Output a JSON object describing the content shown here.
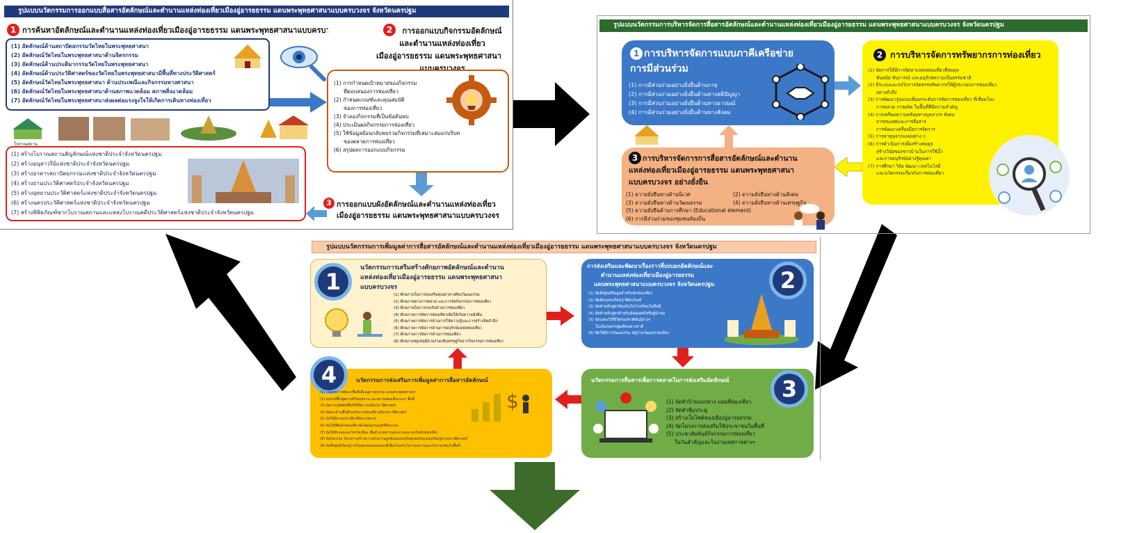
{
  "panel1": {
    "header": "รูปแบบนวัตกรรมการออกแบบสื่อสารอัตลักษณ์และตำนานแหล่งท่องเที่ยวเมืองอู่อารยธรรม แดนพระพุทธศาสนาแบบครบวงจร จังหวัดนครปฐม",
    "step1": {
      "num": "1",
      "title": "การค้นหาอัตลักษณ์และตำนานแหล่งท่องเที่ยวเมืองอู่อารยธรรม แดนพระพุทธศาสนาแบบครบวงจร",
      "items": [
        "(1) อัตลักษณ์ด้านสถาปัตยกรรมวัดไทยในพระพุทธศาสนา",
        "(2) อัตลักษณ์วัดไทยในพระพุทธศาสนาด้านจิตรกรรม",
        "(3) อัตลักษณ์ด้านประติมากรรมวัดไทยในพระพุทธศาสนา",
        "(4) อัตลักษณ์ด้านประวัติศาสตร์ของวัดไทยในพระพุทธศาสนามีพื้นที่ทางประวัติศาสตร์",
        "(5) อัตลักษณ์วัดไทยในพระพุทธศาสนา ด้านประเพณีและกิจกรรมทางศาสนา",
        "(6) อัตลักษณ์วัดไทยในพระพุทธศาสนาด้านสภาพแวดล้อม สภาพสิ่งแวดล้อม",
        "(7) อัตลักษณ์วัดไทยในพระพุทธศาสนาส่งผลต่อแรงจูงใจให้เกิดการเดินทางท่องเที่ยว"
      ]
    },
    "step2": {
      "num": "2",
      "title_lines": [
        "การออกแบบกิจกรรมอัตลักษณ์",
        "และตำนานแหล่งท่องเที่ยว",
        "เมืองอู่อารยธรรม แดนพระพุทธศาสนา",
        "แบบครบวงจร"
      ],
      "items": [
        "(1) การกำหนดเป้าหมายของกิจกรรม",
        "ที่ตอบสนองการท่องเที่ยว",
        "(2) กำหนดเกณฑ์และคุณสมบัติ",
        "ของการท่องเที่ยว",
        "(3) จำลองกิจกรรมที่เป็นข้อค้นพบ",
        "(4) ประเมินผลกิจกรรมการท่องเที่ยว",
        "(5) ใช้ข้อมูลย้อนกลับพบรวมกิจกรรมที่เหมาะสมแก่บริบท",
        "ของตลาดการท่องเที่ยว",
        "(6) สรุปผลการออกแบบกิจกรรม"
      ]
    },
    "caption": "โบราณสถาน",
    "red_items": [
      "(1) สร้างโบราณสถานสัญลักษณ์แห่งชาติประจำจังหวัดนครปฐม",
      "(2) สร้างอนุสาวรีย์แห่งชาติประจำจังหวัดนครปฐม",
      "(3) สร้างอาคารสถาปัตยกรรมแห่งชาติประจำจังหวัดนครปฐม",
      "(4) สร้างย่านประวัติศาสตร์ประจำจังหวัดนครปฐม",
      "(5) สร้างอุทยานประวัติศาสตร์แห่งชาติประจำจังหวัดนครปฐม",
      "(6) สร้างนครประวัติศาสตร์แห่งชาติประจำจังหวัดนครปฐม",
      "(7) สร้างพิพิธภัณฑ์ซากโบราณสถานและแหล่งโบราณคดีประวัติศาสตร์แห่งชาติประจำจังหวัดนครปฐม"
    ],
    "step3": {
      "num": "3",
      "lines": [
        "การออกแบบผังอัตลักษณ์และตำนานแหล่งท่องเที่ยว",
        "เมืองอู่อารยธรรม แดนพระพุทธศาสนาแบบครบวงจร"
      ]
    }
  },
  "panel2": {
    "header": "รูปแบบนวัตกรรมการบริหารจัดการสื่อสารอัตลักษณ์และตำนานแหล่งท่องเที่ยวเมืองอู่อารยธรรม แดนพระพุทธศาสนาแบบครบวงจร จังหวัดนครปฐม",
    "box1": {
      "num": "1",
      "title_lines": [
        "การบริหารจัดการแบบภาคีเครือข่าย",
        "การมีส่วนร่วม"
      ],
      "items": [
        "(1) การมีส่วนร่วมอย่างยั่งยืนด้านกาย",
        "(2) การมีส่วนร่วมอย่างยั่งยืนด้านทางสติปัญญา",
        "(3) การมีส่วนร่วมอย่างยั่งยืนด้านทางอารมณ์",
        "(4) การมีส่วนร่วมอย่างยั่งยืนด้านทางสังคม"
      ]
    },
    "box2": {
      "num": "2",
      "title": "การบริหารจัดการทรัพยากรการท่องเที่ยว",
      "items": [
        "(1) จัดการให้มีการจัดหาแหล่งท่องเที่ยวที่สมดุล",
        "ทันสมัย ทันการณ์ และอนุรักษ์ความเป็นธรรมชาติ",
        "(2) มีระบบและกลไกการจัดสรรทรัพยากรให้ผู้ประกอบการท่องเที่ยว",
        "อย่างทั่วถึง",
        "(3) การพัฒนารูปแบบเพื่อยกระดับการจัดการท่องเที่ยว ที่เชื่อมโยง",
        "การตลาด การผลิต ในพื้นที่ที่มีความสำคัญ",
        "(4) การเตรียมความพร้อมทางบุคลากร สังคม",
        "สารสนเทศและการสื่อสาร",
        "การพัฒนาเครื่องมือการจัดการ",
        "(5) การหาทุนจากแหล่งต่าง ๆ",
        "(6) การดำเนินการเพื่อสร้างสมดุล",
        "สร้างวินัยของชาวบ้านในการใช้น้ำ",
        "และการอนุรักษ์อย่างรู้คุณค่า",
        "(7) การศึกษา วิจัย พัฒนา เทคโนโลยี",
        "และนวัตกรรมเกี่ยวกับการท่องเที่ยว"
      ]
    },
    "box3": {
      "num": "3",
      "title_lines": [
        "การบริหารจัดการการสื่อสารอัตลักษณ์และตำนาน",
        "แหล่งท่องเที่ยวเมืองอู่อารยธรรม แดนพระพุทธศาสนา",
        "แบบครบวงจร อย่างยั่งยืน"
      ],
      "col_a": [
        "(1) ความยั่งยืนทางด้านนิเวศ",
        "(3) ความยั่งยืนทางด้านวัฒนธรรม"
      ],
      "col_b": [
        "(2) ความยั่งยืนทางด้านสังคม",
        "(4) ความยั่งยืนทางด้านเศรษฐกิจ"
      ],
      "tail": [
        "(5) ความยั่งยืนด้านการศึกษา (Educational element)",
        "(6) การมีส่วนร่วมของชุมชนท้องถิ่น"
      ]
    }
  },
  "panel3": {
    "header": "รูปแบบนวัตกรรมการเพิ่มมูลค่าการสื่อสารอัตลักษณ์และตำนานแหล่งท่องเที่ยวเมืองอู่อารยธรรม แดนพระพุทธศาสนาแบบครบวงจร จังหวัดนครปฐม",
    "c1": {
      "num": "1",
      "title_lines": [
        "นวัตกรรมการเสริมสร้างศักยภาพอัตลักษณ์และตำนาน",
        "แหล่งท่องเที่ยวเมืองอู่อารยธรรม แดนพระพุทธศาสนา",
        "แบบครบวงจร"
      ],
      "items": [
        "(1) ศักยภาพในการส่งเสริมคุณค่าทางศิลปวัฒนธรรม",
        "(2) ศักยภาพทางการตลาด และการจัดกิจกรรมการท่องเที่ยว",
        "(3) ศักยภาพในการรองรับด้านการท่องเที่ยว",
        "(4) ศักยภาพการจัดการท่องเที่ยวเพื่อให้เกิดความยั่งยืน",
        "(5) ศักยภาพการจัดการด้านการให้ความรู้และการสร้างจิตสำนึก",
        "(6) ศักยภาพการจัดการด้านการอนุรักษ์แหล่งท่องเที่ยว",
        "(7) ศักยภาพการจัดการด้านการท่องเที่ยว",
        "(8) ศักยภาพชุมชนมีส่วนร่วมเชิงเศรษฐกิจจากกิจกรรมการท่องเที่ยว"
      ]
    },
    "c2": {
      "num": "2",
      "title_lines": [
        "การส่งเสริมและพัฒนาเรื่องราวที่บ่งบอกอัตลักษณ์และ",
        "ตำนานแหล่งท่องเที่ยวเมืองอู่อารยธรรม",
        "แดนพระพุทธศาสนาแบบครบวงจร จังหวัดนครปฐม"
      ],
      "items": [
        "(1) จัดตั้งศูนย์ข้อมูลสำหรับนักท่องเที่ยว",
        "(2) จัดตั้งแหล่งเรียนรู้ พิพิธภัณฑ์",
        "(3) จัดทำหลักสูตรท้องถิ่นในโรงเรียนในพื้นที่",
        "(4) จัดทำหลักสูตรสำหรับมัคคุเทศก์หรือผู้นำชม",
        "(5) จัดแสดงวิถีชีวิตของชาติพันธุ์ต่างๆ",
        "ในเมืองนครปฐมที่คนต่างชาติ",
        "(6) จัดให้มีการวัฒนธรรม หมู่บ้านวัฒนธรรมเมือง"
      ]
    },
    "c3": {
      "num": "3",
      "title": "นวัตกรรมการสื่อสารเพื่อการตลาดในการส่งเสริมอัตลักษณ์",
      "items": [
        "(1) จัดทำป้ายบอกทาง แผนที่ท่องเที่ยว",
        "(2) จัดทำซุ้มประตู",
        "(3) สร้างเว็บไซต์ของเมืองอู่อารยธรรม",
        "(4) จัดโครงการส่งเสริมให้ประชาชนในพื้นที่",
        "(5) ประชาสัมพันธ์กิจกรรมการท่องเที่ยว",
        "ในวันสำคัญและในงานเทศกาลต่างๆ"
      ]
    },
    "c4": {
      "num": "4",
      "title": "นวัตกรรมการส่งเสริมการเพิ่มมูลค่าการสื่อสารอัตลักษณ์",
      "items": [
        "(1) กลยุทธ์การพัฒนาพื้นที่เมืองอู่อารยธรรม แดนพระพุทธศาสนา",
        "(2) อนุรักษ์พื้นฟูสถานที่วัดอุทยาน และสถานพลงเมืองระยา พื้นที่",
        "(3) จัดการภูมิทัศน์พื้นที่ให้มีความเป็นประวัติศาสตร์",
        "(4) พัฒนาด้านพื้นที่รองรับการท่องเที่ยวเมืองประวัติศาสตร์",
        "(5) จัดให้มีระบบนำเที่ยวที่หลากหลาย",
        "(6) จัดให้มีสินค้าท่องเที่ยวจัดวัฒนธรรมภูมิที่จัดระบบ",
        "(7) จัดให้มีระบบและวิจรรยเมือง เพื่ออำนวยความสะดวกและรองรับนักท่องเที่ยว",
        "(8) จัดกิจกรรม โครงการสร้างความรักความผูกพันของคนในชุมชนกับแหล่งเรียนรู้ทางประวัติศาสตร์",
        "(9) จัดตั้งศูนย์เรียนรู้ภายในชุมชนของคนเองที่เชื่อมโยงกับโบราณสถานและโบราณวัตถุในพื้นที่"
      ]
    }
  },
  "colors": {
    "navy": "#1f3a7a",
    "red": "#e0201c",
    "blue_box": "#3c78c8",
    "yellow_box": "#fff200",
    "peach_box": "#f4b183",
    "green_box": "#70ad47",
    "header_green": "#2d6b2d",
    "header_orange": "#f8cbad",
    "arrow_black": "#000000",
    "arrow_green": "#3d6b2a"
  }
}
